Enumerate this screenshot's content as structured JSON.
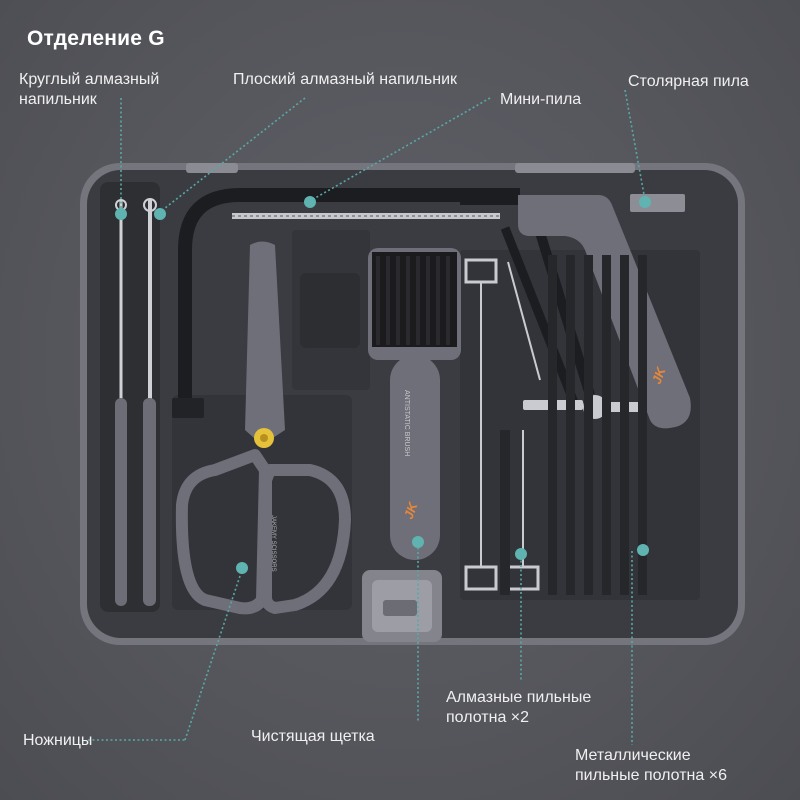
{
  "heading": "Отделение G",
  "labels": {
    "round_file": "Круглый алмазный\nнапильник",
    "flat_file": "Плоский алмазный напильник",
    "mini_saw": "Мини-пила",
    "coping_saw": "Столярная пила",
    "scissors": "Ножницы",
    "brush": "Чистящая щетка",
    "diamond_blades": "Алмазные пильные\nполотна ×2",
    "metal_blades": "Металлические\nпильные полотна ×6"
  },
  "product_text": {
    "brush_imprint": "ANTISTATIC BRUSH",
    "scissors_imprint": "JAKEMY SCISSORS",
    "brand_mark": "JK"
  },
  "colors": {
    "background": "#56575d",
    "case": "#3a3b40",
    "accent": "#5fb3b0",
    "tool_gray": "#6e6f79",
    "blade": "#c9cbd0"
  }
}
